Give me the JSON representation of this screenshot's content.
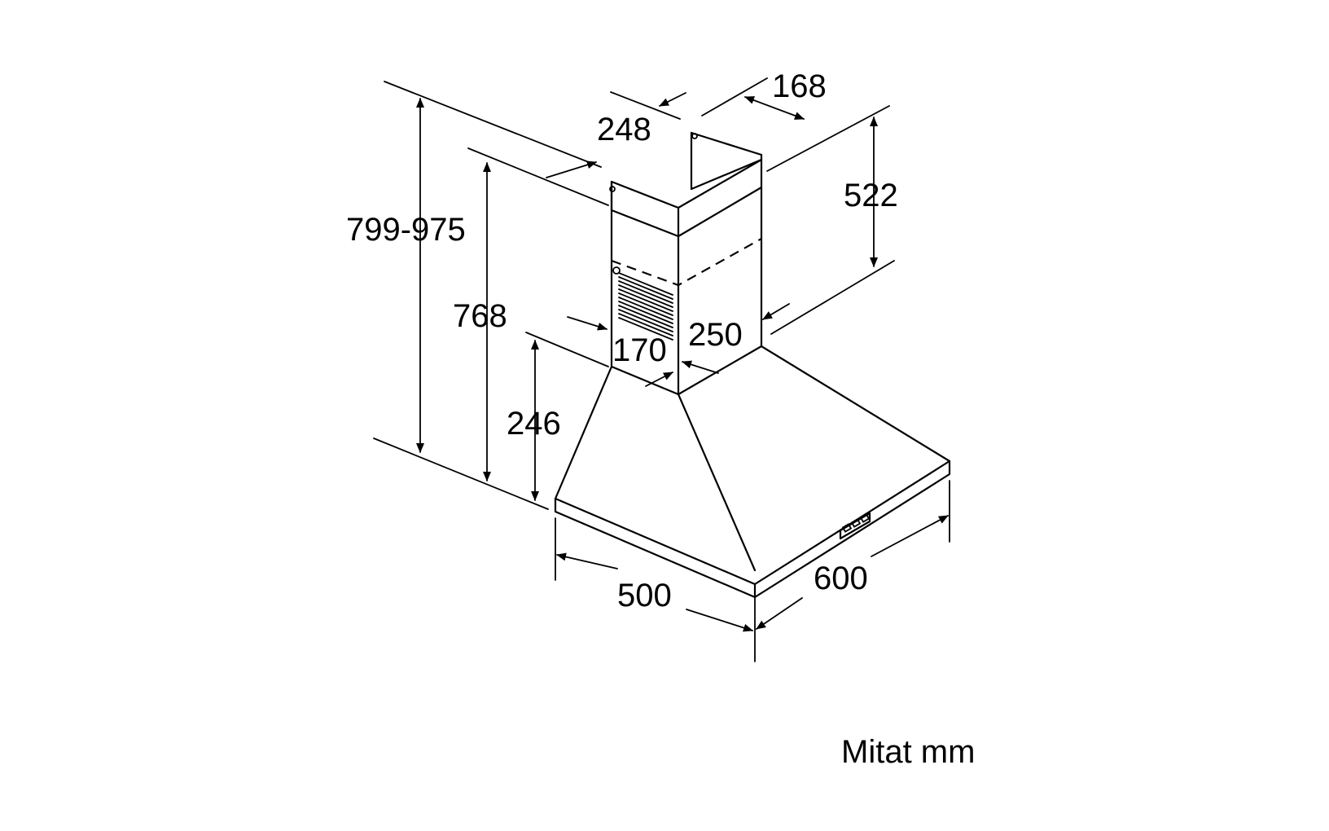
{
  "dimensions": {
    "top_width": "168",
    "top_depth": "248",
    "total_height": "799-975",
    "upper_chimney_height": "522",
    "chimney_to_hood_height": "768",
    "chimney_depth": "170",
    "chimney_width": "250",
    "hood_height": "246",
    "hood_depth": "500",
    "hood_width": "600"
  },
  "unit_note": "Mitat mm",
  "colors": {
    "line": "#000000",
    "background": "#ffffff"
  }
}
